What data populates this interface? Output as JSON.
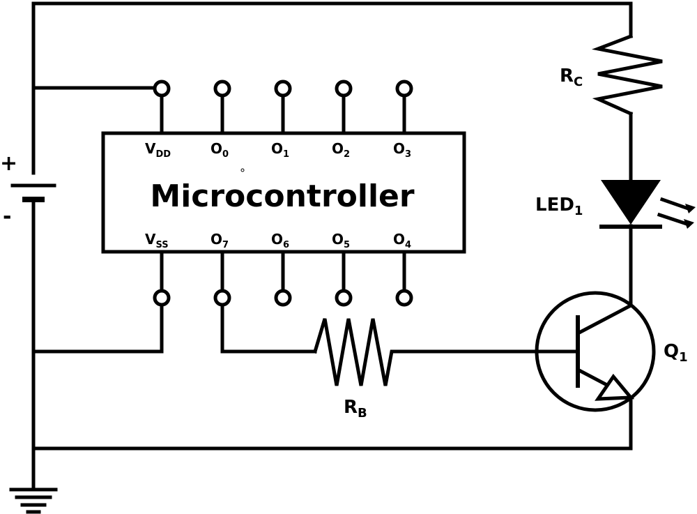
{
  "colors": {
    "ink": "#000000",
    "background": "#ffffff"
  },
  "chip": {
    "title": "Microcontroller",
    "top_pins": [
      {
        "main": "V",
        "sub": "DD"
      },
      {
        "main": "O",
        "sub": "0"
      },
      {
        "main": "O",
        "sub": "1"
      },
      {
        "main": "O",
        "sub": "2"
      },
      {
        "main": "O",
        "sub": "3"
      }
    ],
    "bottom_pins": [
      {
        "main": "V",
        "sub": "SS"
      },
      {
        "main": "O",
        "sub": "7"
      },
      {
        "main": "O",
        "sub": "6"
      },
      {
        "main": "O",
        "sub": "5"
      },
      {
        "main": "O",
        "sub": "4"
      }
    ]
  },
  "components": {
    "rc": {
      "main": "R",
      "sub": "C"
    },
    "rb": {
      "main": "R",
      "sub": "B"
    },
    "led": {
      "main": "LED",
      "sub": "1"
    },
    "transistor": {
      "main": "Q",
      "sub": "1"
    }
  },
  "battery": {
    "plus": "+",
    "minus": "-"
  },
  "icons": [
    "ground-icon",
    "battery-icon",
    "resistor-icon",
    "led-icon",
    "npn-transistor-icon"
  ]
}
